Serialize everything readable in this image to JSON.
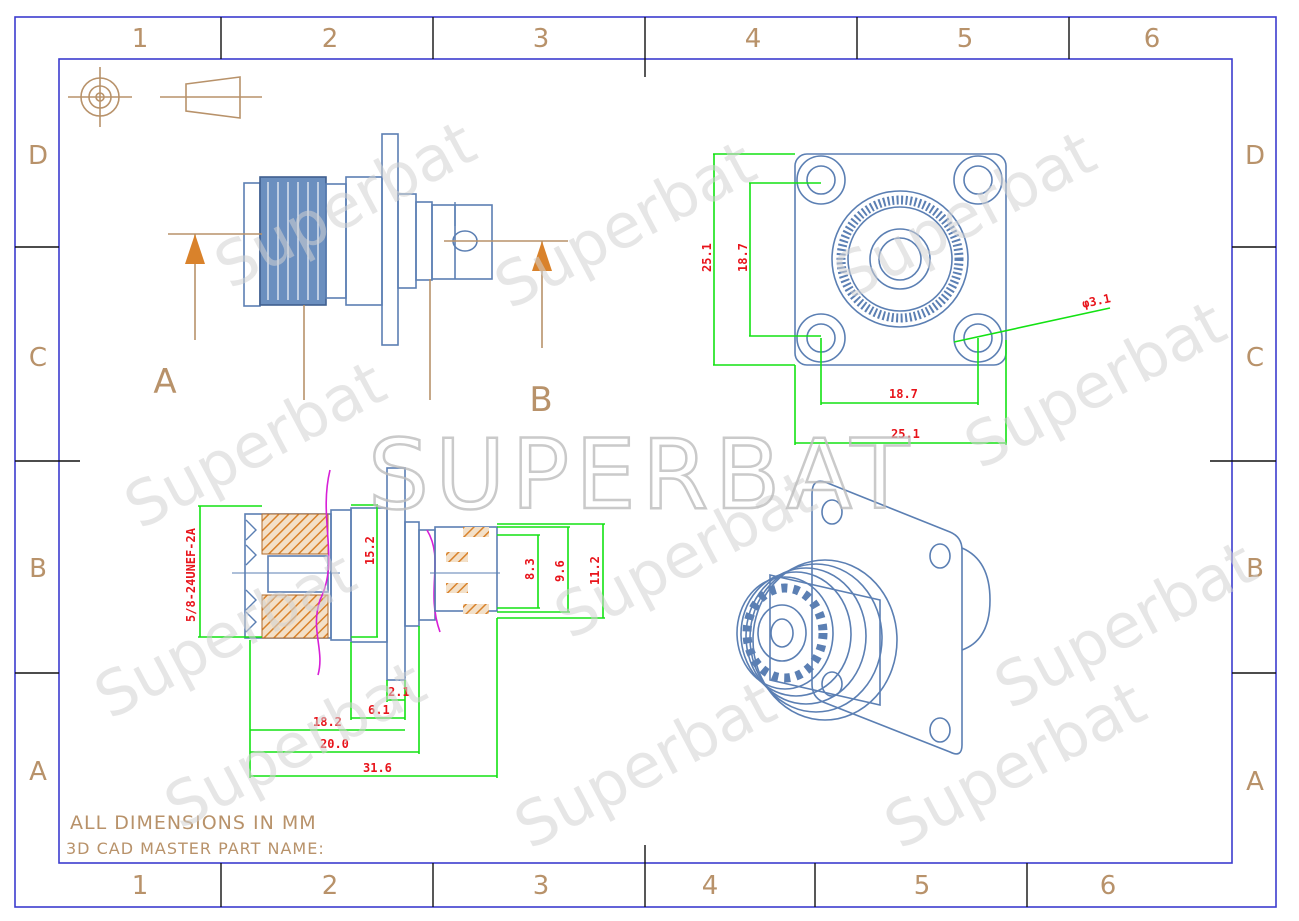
{
  "frame": {
    "columns_top": [
      "1",
      "2",
      "3",
      "4",
      "5",
      "6"
    ],
    "columns_bottom": [
      "1",
      "2",
      "3",
      "4",
      "5",
      "6"
    ],
    "rows_left": [
      "D",
      "C",
      "B",
      "A"
    ],
    "rows_right": [
      "D",
      "C",
      "B",
      "A"
    ]
  },
  "section_labels": {
    "a": "A",
    "b": "B"
  },
  "dimensions": {
    "thread": "5/8-24UNEF-2A",
    "d15_2": "15.2",
    "d8_3": "8.3",
    "d9_6": "9.6",
    "d11_2": "11.2",
    "d2_1": "2.1",
    "d6_1": "6.1",
    "d18_2": "18.2",
    "d20_0": "20.0",
    "d31_6": "31.6",
    "v25_1": "25.1",
    "v18_7": "18.7",
    "hole": "φ3.1",
    "h18_7": "18.7",
    "h25_1": "25.1"
  },
  "notes": {
    "units": "ALL DIMENSIONS IN MM",
    "part_name": "3D CAD MASTER PART NAME:"
  },
  "watermark": {
    "brand": "SUPERBAT",
    "small": "Superbat"
  },
  "colors": {
    "frame": "#3c3ccf",
    "part": "#5b7fb3",
    "dimension_line": "#13e213",
    "dimension_text": "#e8141b",
    "annotation": "#b8926a",
    "hatch": "#d9822b",
    "profile": "#d71fd7"
  }
}
